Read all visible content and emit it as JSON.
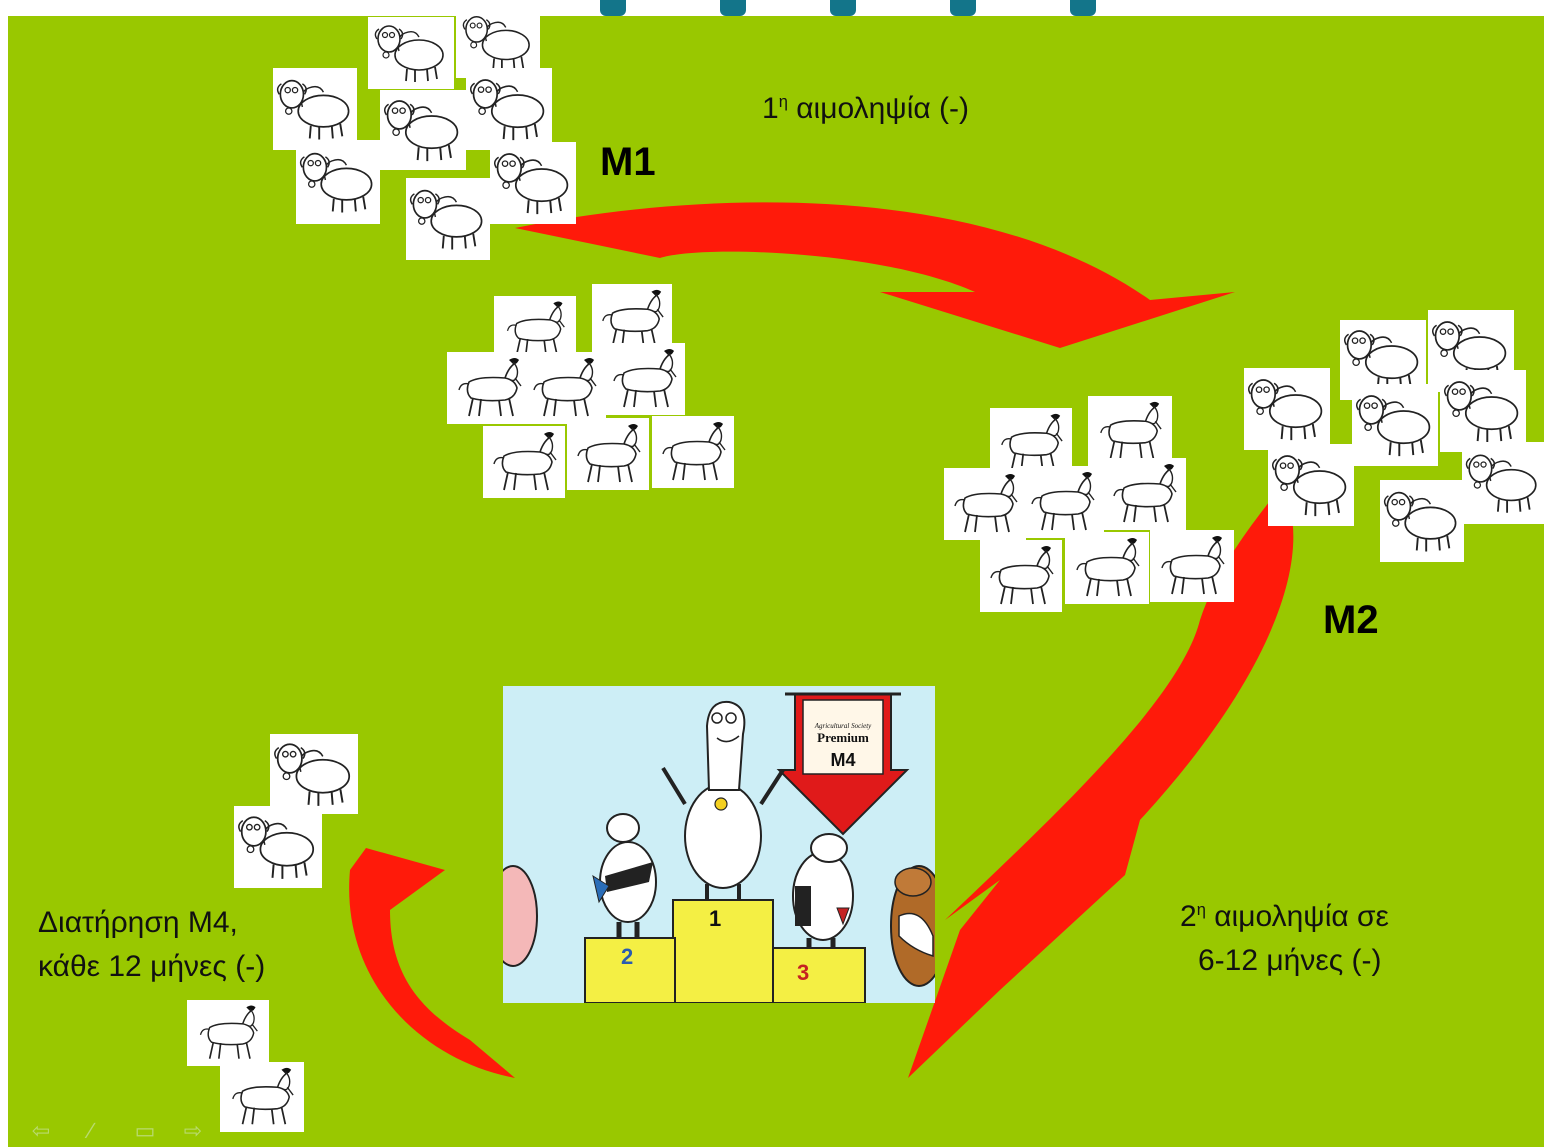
{
  "labels": {
    "m1": "M1",
    "m2": "M2",
    "first_sampling_num": "1",
    "first_sampling_sup": "η",
    "first_sampling_text": " αιμοληψία (-)",
    "second_sampling_num": "2",
    "second_sampling_sup": "η",
    "second_sampling_text": " αιμοληψία σε",
    "second_sampling_line2": "6-12 μήνες (-)",
    "maintain_line1": "Διατήρηση Μ4,",
    "maintain_line2": "κάθε 12 μήνες (-)"
  },
  "podium": {
    "banner_small": "Agricultural Society",
    "banner_title": "Premium",
    "banner_label": "M4",
    "place_1": "1",
    "place_2": "2",
    "place_3": "3"
  },
  "icons": [
    "sheep-icon",
    "goat-icon",
    "curved-arrow-icon",
    "nav-prev-icon",
    "nav-pen-icon",
    "nav-menu-icon",
    "nav-next-icon"
  ],
  "colors": {
    "background": "#99c800",
    "arrow": "#ff1a0a",
    "title_bar": "#13758a",
    "podium_sky": "#cdeef6",
    "podium_step": "#f4ef44"
  }
}
